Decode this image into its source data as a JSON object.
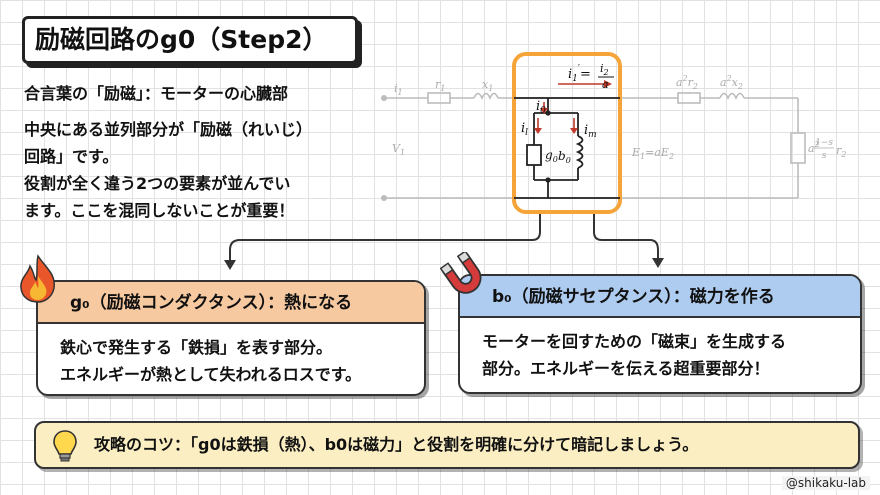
{
  "title": "励磁回路のg0（Step2）",
  "intro": {
    "lines": [
      "合言葉の「励磁」：モーターの心臓部",
      "中央にある並列部分が「励磁（れいじ）",
      "回路」です。",
      "役割が全く違う2つの要素が並んでい",
      "ます。ここを混同しないことが重要！"
    ]
  },
  "circuit": {
    "i1": "i",
    "i1_sub": "1",
    "r1": "r",
    "r1_sub": "1",
    "x1": "x",
    "x1_sub": "1",
    "i1p": "i",
    "i1p_sub": "1",
    "i1p_prime": "′",
    "eq": "=",
    "frac_num": "i",
    "frac_num_sub": "2",
    "frac_den": "a",
    "i0": "i",
    "i0_sub": "0",
    "il": "i",
    "il_sub": "l",
    "im": "i",
    "im_sub": "m",
    "g0": "g",
    "g0_sub": "0",
    "b0": "b",
    "b0_sub": "0",
    "v1": "V",
    "v1_sub": "1",
    "e1": "E",
    "e1_sub": "1",
    "e1_rhs": "=aE",
    "e1_rhs_sub": "2",
    "a2r2": "a",
    "a2r2_sup": "2",
    "a2r2_tail": "r",
    "a2r2_sub": "2",
    "a2x2": "a",
    "a2x2_sup": "2",
    "a2x2_tail": "x",
    "a2x2_sub": "2",
    "load_a": "a",
    "load_sup": "2",
    "load_num": "1−s",
    "load_den": "s",
    "load_r": "r",
    "load_r_sub": "2"
  },
  "cards": {
    "g0": {
      "heading": "g₀（励磁コンダクタンス）：熱になる",
      "lines": [
        "鉄心で発生する「鉄損」を表す部分。",
        "エネルギーが熱として失われるロスです。"
      ],
      "icon": "fire-icon",
      "color": "#f7c9a0"
    },
    "b0": {
      "heading": "b₀（励磁サセプタンス）：磁力を作る",
      "lines": [
        "モーターを回すための「磁束」を生成する",
        "部分。エネルギーを伝える超重要部分！"
      ],
      "icon": "magnet-icon",
      "color": "#aecbf0"
    }
  },
  "tip": {
    "text": "攻略のコツ：「g0は鉄損（熱）、b0は磁力」と役割を明確に分けて暗記しましょう。",
    "icon": "lightbulb-icon",
    "color": "#fbeec2"
  },
  "credit": "@shikaku-lab",
  "colors": {
    "highlight": "#f5a43a",
    "current": "#c0392b"
  }
}
